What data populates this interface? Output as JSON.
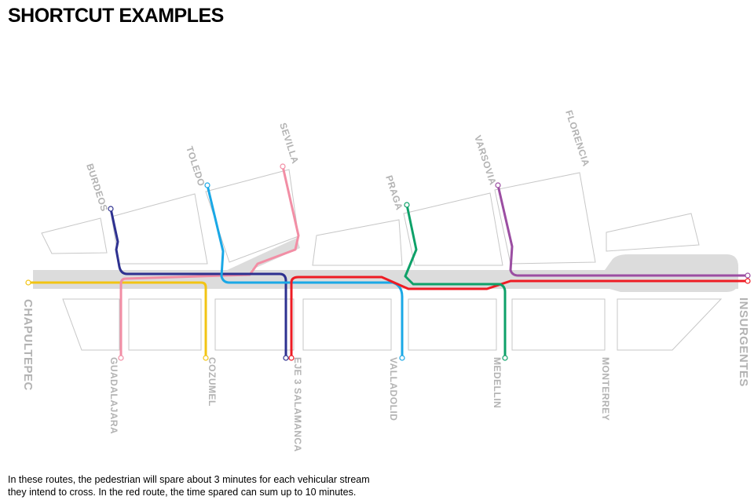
{
  "title": "SHORTCUT EXAMPLES",
  "caption_line1": "In these routes, the pedestrian will spare about 3 minutes for each vehicular stream",
  "caption_line2": "they intend to cross. In the red route, the time spared can sum up to 10 minutes.",
  "streets": {
    "west_end": "CHAPULTEPEC",
    "east_end": "INSURGENTES",
    "north": [
      "BURDEOS",
      "TOLEDO",
      "SEVILLA",
      "PRAGA",
      "VARSOVIA",
      "FLORENCIA"
    ],
    "south": [
      "GUADALAJARA",
      "COZUMEL",
      "EJE 3 SALAMANCA",
      "VALLADOLID",
      "MEDELLIN",
      "MONTERREY"
    ]
  },
  "colors": {
    "navy": "#2e3190",
    "blue": "#1aa8e6",
    "pink": "#f28ea5",
    "red": "#ee1c24",
    "green": "#0ea169",
    "purple": "#9b4ea2",
    "yellow": "#f2c413",
    "street_label": "#b3b3b3",
    "road": "#dcdcdc",
    "block_outline": "#c7c7c7"
  }
}
